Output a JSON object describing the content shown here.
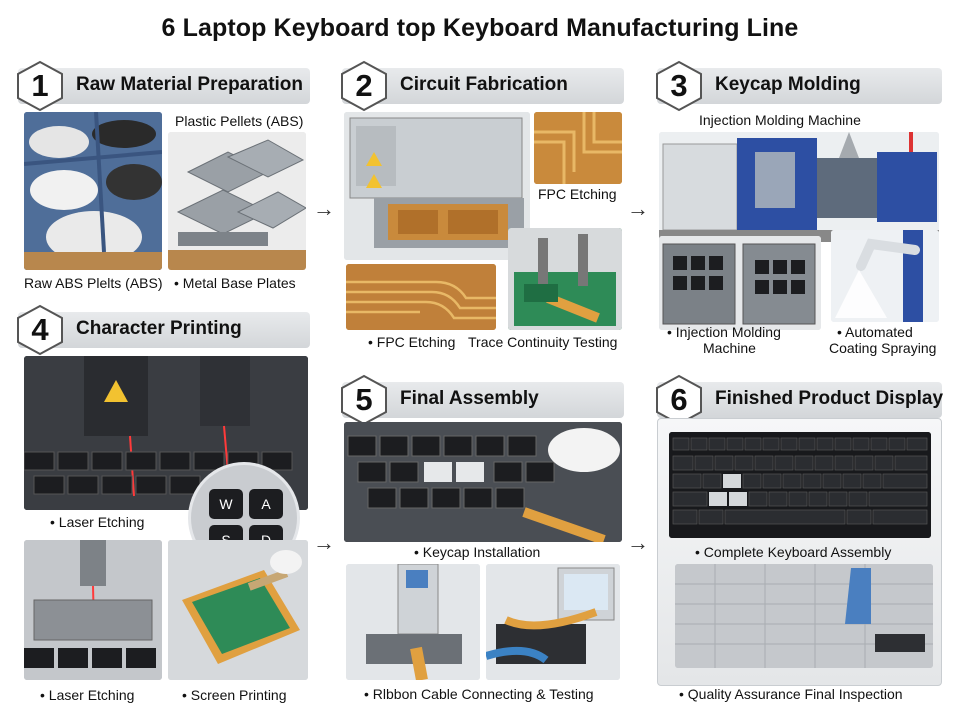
{
  "title": "6 Laptop Keyboard top Keyboard Manufacturing Line",
  "steps": [
    {
      "num": "1",
      "title": "Raw Material Preparation",
      "captions": [
        "Plastic Pellets (ABS)",
        "Raw ABS Plelts (ABS)",
        "• Metal Base Plates"
      ]
    },
    {
      "num": "2",
      "title": "Circuit Fabrication",
      "captions": [
        "FPC Etching",
        "• FPC Etching",
        "Trace Continuity Testing"
      ]
    },
    {
      "num": "3",
      "title": "Keycap Molding",
      "captions": [
        "Injection Molding Machine",
        "• Injection Molding",
        "Machine",
        "• Automated",
        "Coating Spraying"
      ]
    },
    {
      "num": "4",
      "title": "Character Printing",
      "captions": [
        "• Laser Etching",
        "• Laser Etching",
        "• Screen Printing"
      ],
      "keys": [
        "W",
        "A",
        "S",
        "D"
      ]
    },
    {
      "num": "5",
      "title": "Final Assembly",
      "captions": [
        "• Keycap Installation",
        "• Rlbbon Cable Connecting & Testing"
      ]
    },
    {
      "num": "6",
      "title": "Finished Product Display",
      "captions": [
        "• Complete Keyboard Assembly",
        "• Quality Assurance Final Inspection"
      ]
    }
  ],
  "arrows": [
    "→",
    "→",
    "→",
    "→"
  ],
  "colors": {
    "header": "#d9dcdf",
    "fpc": "#c98a3c",
    "pcb_green": "#2e8b57",
    "machine_blue": "#2d4fa3",
    "key_dark": "#1c1d20"
  },
  "icons": [
    "arrow-right-icon",
    "hexagon-badge-icon",
    "warning-icon"
  ]
}
